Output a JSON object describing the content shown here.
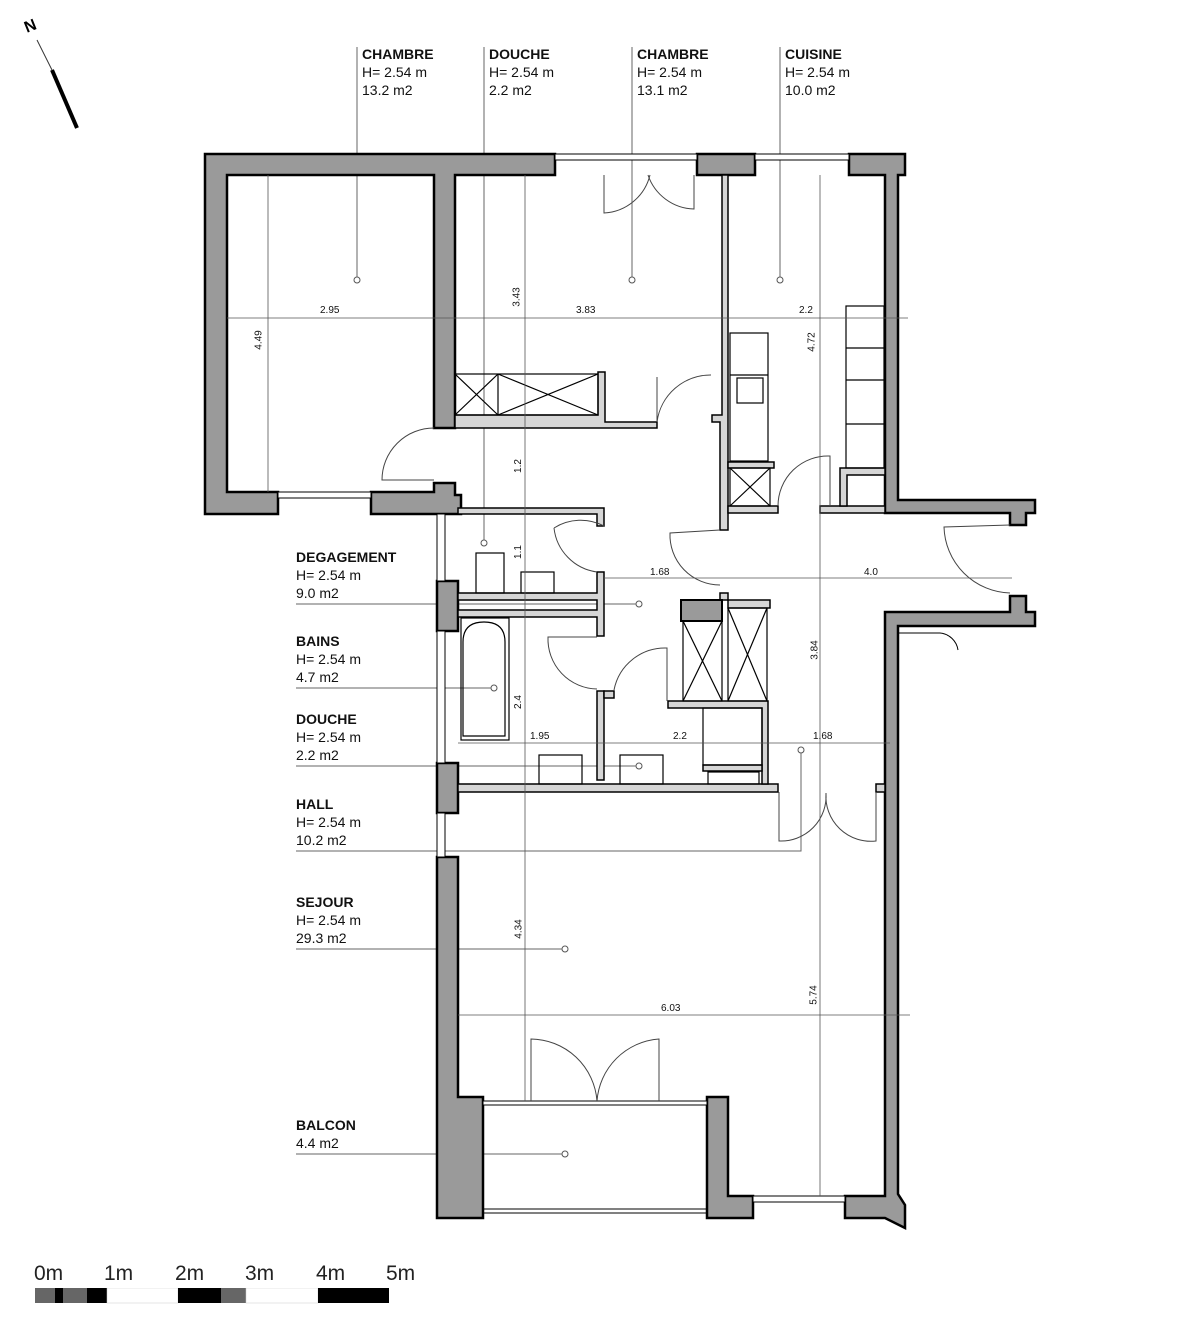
{
  "north_arrow": {
    "label": "N"
  },
  "rooms_top": [
    {
      "name": "CHAMBRE",
      "height": "H= 2.54 m",
      "area": "13.2 m2"
    },
    {
      "name": "DOUCHE",
      "height": "H= 2.54 m",
      "area": "2.2 m2"
    },
    {
      "name": "CHAMBRE",
      "height": "H= 2.54 m",
      "area": "13.1 m2"
    },
    {
      "name": "CUISINE",
      "height": "H= 2.54 m",
      "area": "10.0 m2"
    }
  ],
  "rooms_left": [
    {
      "name": "DEGAGEMENT",
      "height": "H= 2.54 m",
      "area": "9.0 m2"
    },
    {
      "name": "BAINS",
      "height": "H= 2.54 m",
      "area": "4.7 m2"
    },
    {
      "name": "DOUCHE",
      "height": "H= 2.54 m",
      "area": "2.2 m2"
    },
    {
      "name": "HALL",
      "height": "H= 2.54 m",
      "area": "10.2 m2"
    },
    {
      "name": "SEJOUR",
      "height": "H= 2.54 m",
      "area": "29.3 m2"
    },
    {
      "name": "BALCON",
      "area": "4.4 m2"
    }
  ],
  "dimensions": {
    "chambre1_width": "2.95",
    "chambre1_depth": "4.49",
    "chambre2_depth": "3.43",
    "chambre2_width": "3.83",
    "cuisine_width": "2.2",
    "cuisine_depth": "4.72",
    "corridor_depth": "1.2",
    "degagement_depth": "1.1",
    "degagement_width": "1.68",
    "entry_width": "4.0",
    "hall_depth": "3.84",
    "bains_depth": "2.4",
    "bains_width": "1.95",
    "douche_width": "2.2",
    "hall_width": "1.68",
    "sejour_depth": "4.34",
    "sejour_width": "6.03",
    "sejour_total_depth": "5.74"
  },
  "scale_bar": {
    "labels": [
      "0m",
      "1m",
      "2m",
      "3m",
      "4m",
      "5m"
    ]
  },
  "colors": {
    "wall": "#9a9a9a",
    "partition": "#d6d6d6",
    "line": "#000000",
    "dim_line": "#555555"
  }
}
